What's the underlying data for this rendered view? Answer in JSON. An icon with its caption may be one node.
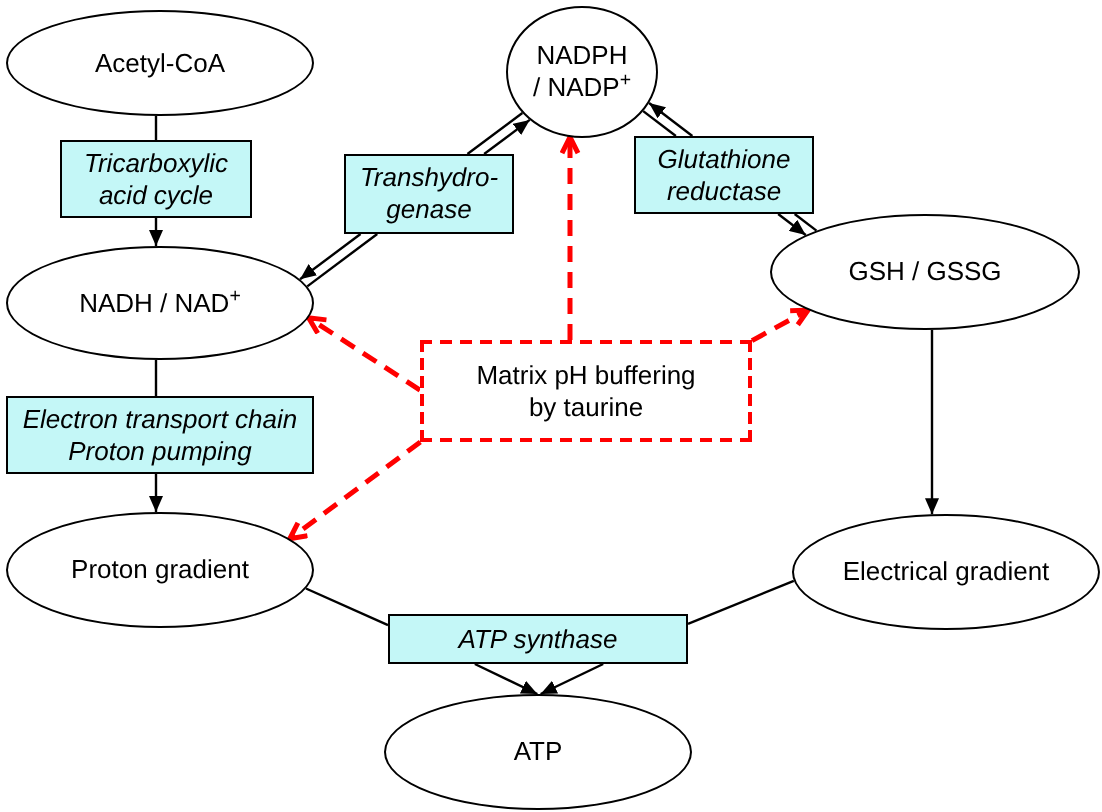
{
  "diagram": {
    "nodes": [
      {
        "text": [
          "Acetyl-CoA"
        ]
      },
      {
        "text": [
          "NADPH / NADP$^{+}$"
        ]
      },
      {
        "text": [
          "Tricarboxylic acid cycle"
        ]
      },
      {
        "text": [
          "Transhydro- genase"
        ]
      },
      {
        "text": [
          "Glutathione reductase"
        ]
      },
      {
        "text": [
          "NADH / NAD$^{+}$"
        ]
      },
      {
        "text": [
          "GSH / GSSG"
        ]
      },
      {
        "text": [
          "Matrix pH buffering by taurine"
        ]
      },
      {
        "text": [
          "Electron transport chain",
          "Proton pumping"
        ]
      },
      {
        "text": [
          "Proton gradient"
        ]
      },
      {
        "text": [
          "Electrical gradient"
        ]
      },
      {
        "text": [
          "ATP synthase"
        ]
      },
      {
        "text": [
          "ATP"
        ]
      }
    ],
    "edges": [
      {
        "from": 0,
        "to": 2,
        "arrow": "none"
      },
      {
        "from": 2,
        "to": 5,
        "arrow": "to"
      },
      {
        "from": 5,
        "to": 3,
        "arrow": "none"
      },
      {
        "from": 3,
        "to": 5,
        "arrow": "to"
      },
      {
        "from": 3,
        "to": 1,
        "arrow": "to"
      },
      {
        "from": 1,
        "to": 3,
        "arrow": "none"
      },
      {
        "from": 4,
        "to": 1,
        "arrow": "to"
      },
      {
        "from": 1,
        "to": 4,
        "arrow": "none"
      },
      {
        "from": 4,
        "to": 6,
        "arrow": "to"
      },
      {
        "from": 6,
        "to": 4,
        "arrow": "none"
      },
      {
        "from": 5,
        "to": 8,
        "arrow": "none"
      },
      {
        "from": 8,
        "to": 9,
        "arrow": "to"
      },
      {
        "from": 6,
        "to": 10,
        "arrow": "to"
      },
      {
        "from": 9,
        "to": 11,
        "arrow": "none"
      },
      {
        "from": 10,
        "to": 11,
        "arrow": "none"
      },
      {
        "from": 11,
        "to": 12,
        "arrow": "to"
      },
      {
        "from": 11,
        "to": 12,
        "arrow": "to"
      },
      {
        "from": 7,
        "to": 5,
        "arrow": "to",
        "style": "dashed",
        "color": "#ff0000"
      },
      {
        "from": 7,
        "to": 1,
        "arrow": "to",
        "style": "dashed",
        "color": "#ff0000"
      },
      {
        "from": 7,
        "to": 6,
        "arrow": "to",
        "style": "dashed",
        "color": "#ff0000"
      },
      {
        "from": 7,
        "to": 9,
        "arrow": "to",
        "style": "dashed",
        "color": "#ff0000"
      }
    ]
  }
}
